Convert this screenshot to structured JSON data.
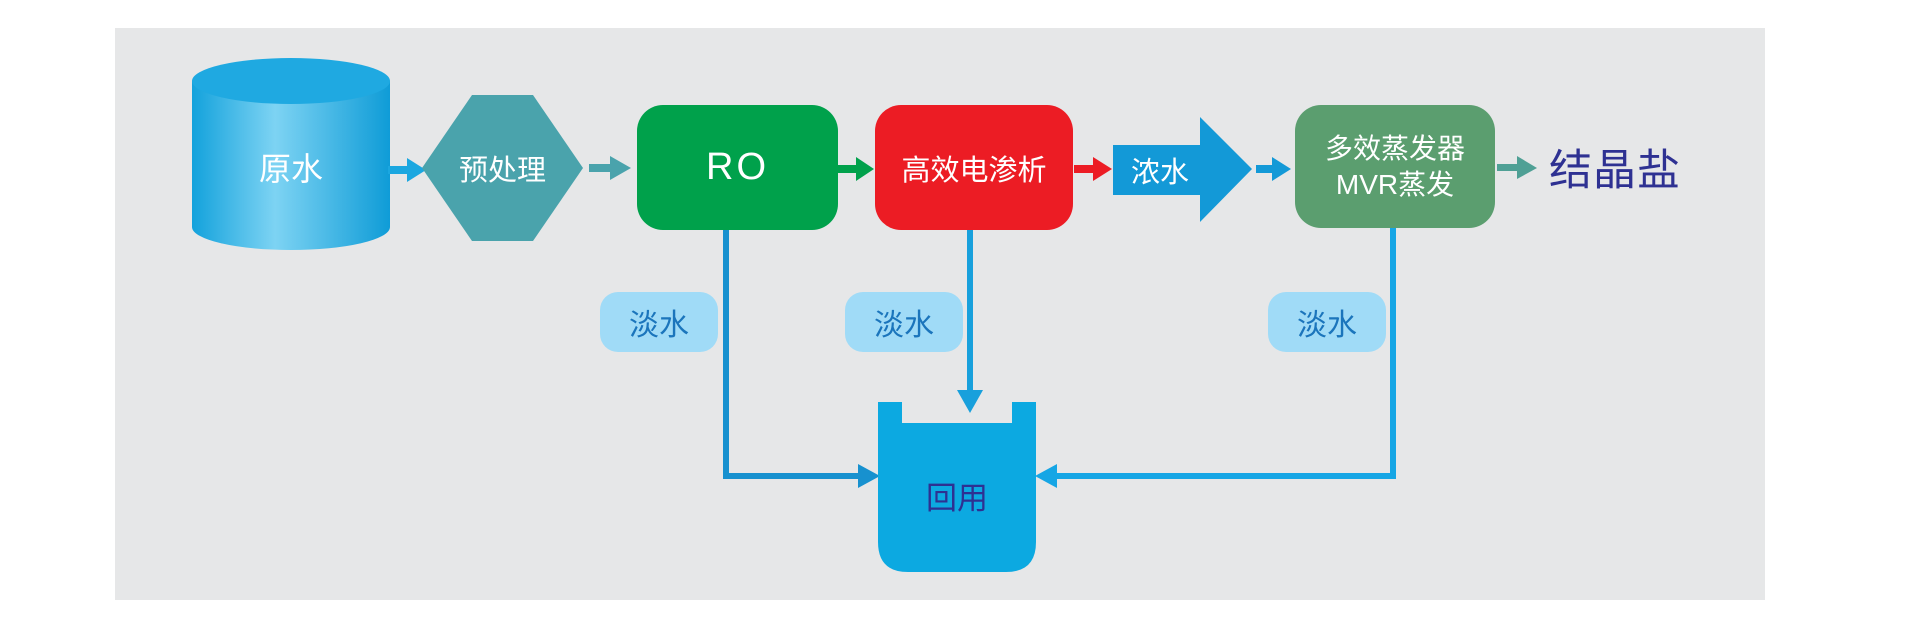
{
  "diagram": {
    "nodes": {
      "raw_water": "原水",
      "pretreatment": "预处理",
      "ro": "RO",
      "electrodialysis": "高效电渗析",
      "concentrate": "浓水",
      "evaporator_line1": "多效蒸发器",
      "evaporator_line2": "MVR蒸发",
      "crystallized_salt": "结晶盐",
      "reuse_tank": "回用"
    },
    "stream_labels": {
      "fresh_water_ro": "淡水",
      "fresh_water_ed": "淡水",
      "fresh_water_mvr": "淡水"
    },
    "colors": {
      "panel_bg": "#E6E7E8",
      "cylinder_blue": "#14A3DC",
      "hexagon_teal": "#4AA3AC",
      "ro_green": "#00A14B",
      "electrodialysis_red": "#EC1C24",
      "flow_blue": "#1399D7",
      "evaporator_green": "#5B9E6F",
      "salt_arrow_teal": "#4FA095",
      "fresh_water_chip_bg": "#A0DBF7",
      "fresh_water_text": "#1B75BC",
      "dark_indigo_text": "#2E3192",
      "tank_blue": "#0CA9E1"
    }
  }
}
